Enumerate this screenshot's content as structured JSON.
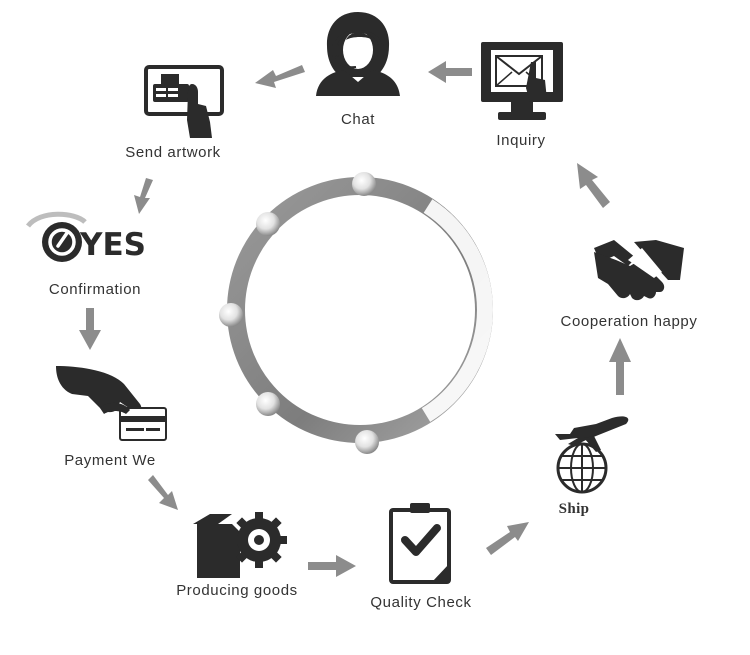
{
  "steps": {
    "inquiry": "Inquiry",
    "chat": "Chat",
    "send_artwork": "Send artwork",
    "confirmation": "Confirmation",
    "payment": "Payment We",
    "producing": "Producing goods",
    "quality": "Quality Check",
    "ship": "Ship",
    "cooperation": "Cooperation happy"
  },
  "confirmation_badge": {
    "text": "YES",
    "icon": "confirm-badge-icon"
  },
  "icons": {
    "inquiry": "computer-mail-icon",
    "chat": "headset-agent-icon",
    "send_artwork": "fax-machine-icon",
    "payment": "hand-card-icon",
    "producing": "box-gear-icon",
    "quality": "clipboard-check-icon",
    "ship": "plane-globe-icon",
    "cooperation": "handshake-icon"
  },
  "colors": {
    "icon": "#2b2b2b",
    "arrow": "#8c8c8c",
    "ring": "#8e8e8e",
    "text": "#333333"
  }
}
